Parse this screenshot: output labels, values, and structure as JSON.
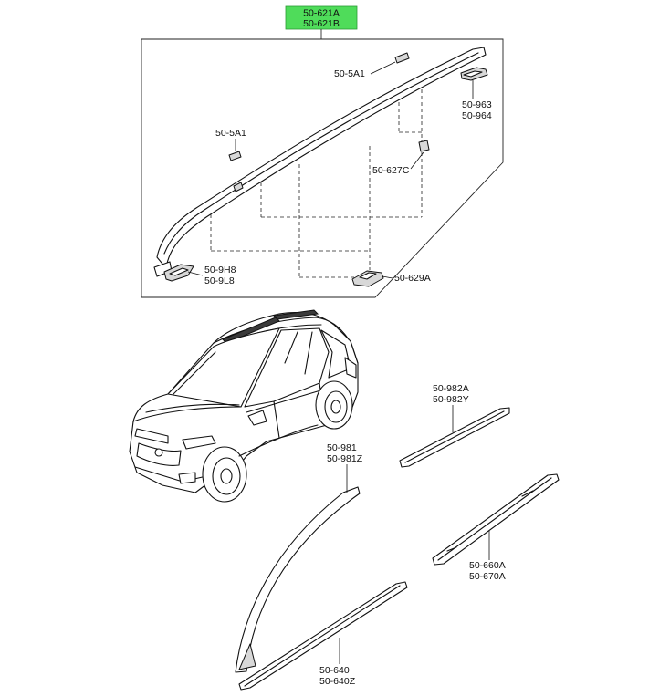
{
  "highlight": {
    "line1": "50-621A",
    "line2": "50-621B",
    "color": "#4fdc5a"
  },
  "callouts": {
    "clip_top": "50-5A1",
    "clip_left": "50-5A1",
    "end_rear_1": "50-963",
    "end_rear_2": "50-964",
    "bracket_mid": "50-627C",
    "end_front_1": "50-9H8",
    "end_front_2": "50-9L8",
    "base_clip": "50-629A",
    "moulding_upper_1": "50-982A",
    "moulding_upper_2": "50-982Y",
    "pillar_1": "50-981",
    "pillar_2": "50-981Z",
    "weatherstrip_1": "50-660A",
    "weatherstrip_2": "50-670A",
    "sill_1": "50-640",
    "sill_2": "50-640Z"
  }
}
